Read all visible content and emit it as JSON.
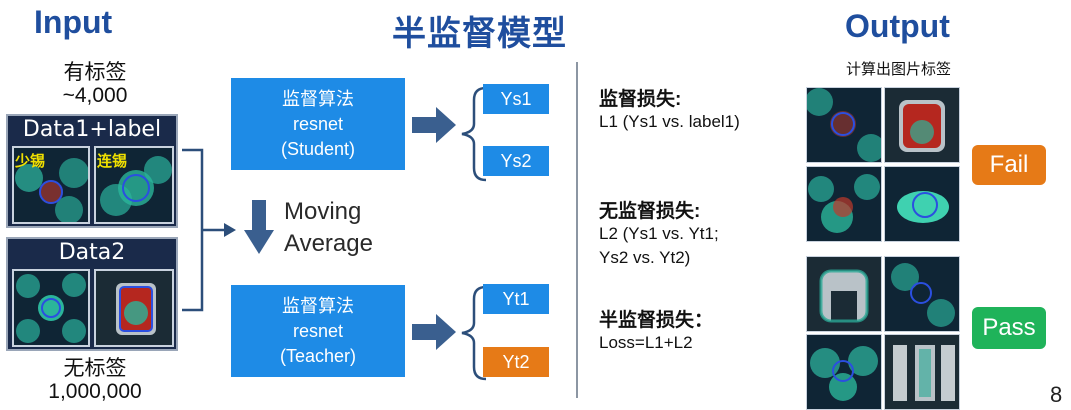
{
  "input": {
    "title": "Input",
    "labeled_label": "有标签",
    "labeled_count": "~4,000",
    "data1_title": "Data1+label",
    "data1_tags": [
      "少锡",
      "连锡"
    ],
    "data2_title": "Data2",
    "unlabeled_label": "无标签",
    "unlabeled_count": "1,000,000"
  },
  "center": {
    "title": "半监督模型",
    "student": {
      "line1": "监督算法",
      "line2": "resnet",
      "line3": "(Student)"
    },
    "teacher": {
      "line1": "监督算法",
      "line2": "resnet",
      "line3": "(Teacher)"
    },
    "moving_average": {
      "line1": "Moving",
      "line2": "Average"
    },
    "student_outputs": [
      "Ys1",
      "Ys2"
    ],
    "teacher_outputs": [
      "Yt1",
      "Yt2"
    ]
  },
  "losses": [
    {
      "heading": "监督损失:",
      "text": "L1 (Ys1 vs. label1)"
    },
    {
      "heading": "无监督损失:",
      "text": "L2 (Ys1 vs. Yt1;\nYs2 vs. Yt2)"
    },
    {
      "heading": "半监督损失：",
      "text": "Loss=L1+L2"
    }
  ],
  "output": {
    "title": "Output",
    "subtitle": "计算出图片标签",
    "fail_label": "Fail",
    "pass_label": "Pass"
  },
  "page_number": "8",
  "colors": {
    "heading": "#1f4e9e",
    "box_blue": "#1e8be6",
    "orange": "#e67a17",
    "pass_green": "#1fb35a",
    "arrow": "#3a5f8f"
  }
}
